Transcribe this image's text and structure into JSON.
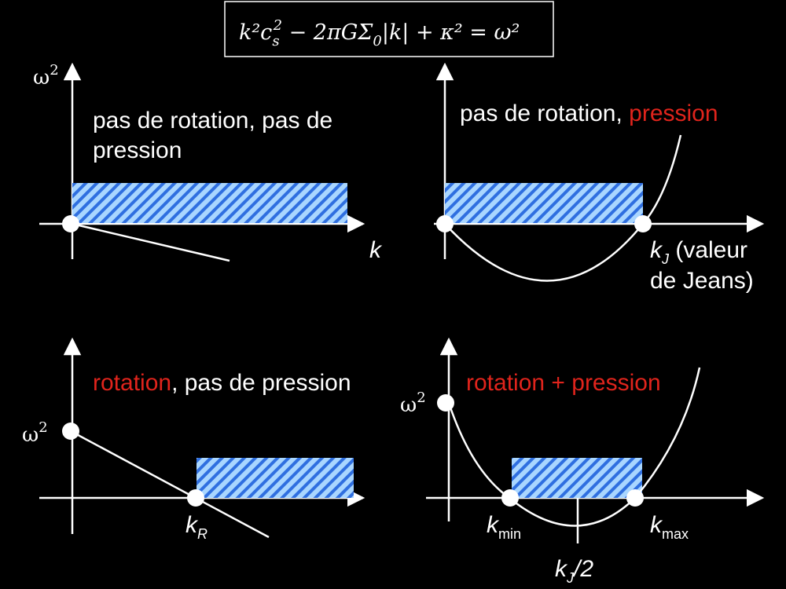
{
  "equation": {
    "lhs": "k²c",
    "lhs_sub": "s",
    "lhs_sup": "2",
    "rest": " − 2πGΣ",
    "sigma_sub": "0",
    "tail": "|k| + κ² = ω²"
  },
  "panels": {
    "top_left": {
      "title_line1": "pas de rotation, pas de",
      "title_line2": "pression",
      "y_axis_label": "ω",
      "y_axis_sup": "2",
      "x_axis_label": "k"
    },
    "top_right": {
      "title_plain": "pas de rotation, ",
      "title_red": "pression",
      "root_label": "k",
      "root_sub": "J",
      "root_note_line1": " (valeur",
      "root_note_line2": "de Jeans)"
    },
    "bottom_left": {
      "title_red": "rotation",
      "title_plain": ", pas de pression",
      "y_intercept_label": "ω",
      "y_intercept_sup": "2",
      "root_label": "k",
      "root_sub": "R"
    },
    "bottom_right": {
      "title": "rotation + pression",
      "y_intercept_label": "ω",
      "y_intercept_sup": "2",
      "kmin_label": "k",
      "kmin_sub": "min",
      "kmax_label": "k",
      "kmax_sub": "max",
      "kmid_label": "k",
      "kmid_sub": "J",
      "kmid_suffix": "/2"
    }
  },
  "colors": {
    "background": "#000000",
    "foreground": "#ffffff",
    "accent_red": "#e0241c",
    "hatch_blue": "#2f6fe0",
    "hatch_light": "#a9d6ff"
  }
}
